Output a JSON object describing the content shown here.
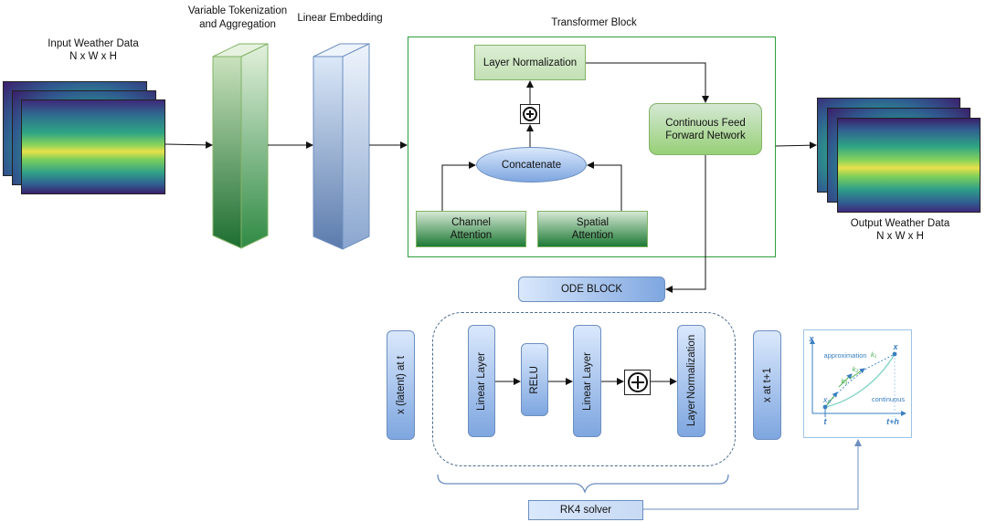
{
  "input": {
    "title": "Input Weather Data",
    "dims": "N x W x H"
  },
  "tokenization": {
    "title_line1": "Variable Tokenization",
    "title_line2": "and  Aggregation"
  },
  "embedding": {
    "title": "Linear Embedding"
  },
  "transformer": {
    "title": "Transformer Block",
    "layer_norm": "Layer Normalization",
    "concatenate": "Concatenate",
    "channel_attention_line1": "Channel",
    "channel_attention_line2": "Attention",
    "spatial_attention_line1": "Spatial",
    "spatial_attention_line2": "Attention",
    "feed_forward_line1": "Continuous Feed",
    "feed_forward_line2": "Forward Network"
  },
  "output": {
    "title": "Output Weather Data",
    "dims": "N x W x H"
  },
  "ode": {
    "title": "ODE BLOCK",
    "x_latent": "x (latent) at t",
    "linear_layer_1": "Linear Layer",
    "relu": "RELU",
    "linear_layer_2": "Linear Layer",
    "layer_norm_line1": "Layer",
    "layer_norm_line2": "Normalization",
    "x_next": "x  at t+1",
    "solver": "RK4 solver"
  },
  "inset_plot": {
    "y_axis": "x",
    "x_start": "t",
    "x_end": "t+h",
    "point_start": "x₀",
    "point_end": "x",
    "k1": "k₁",
    "k2": "k₂",
    "k3": "k₃",
    "approximation": "approximation",
    "continuous": "continuous"
  },
  "colors": {
    "green_border": "#82b366",
    "blue_border": "#6c8ebf",
    "transformer_border": "#2e9e3b",
    "dashed_border": "#4d6b8a"
  }
}
